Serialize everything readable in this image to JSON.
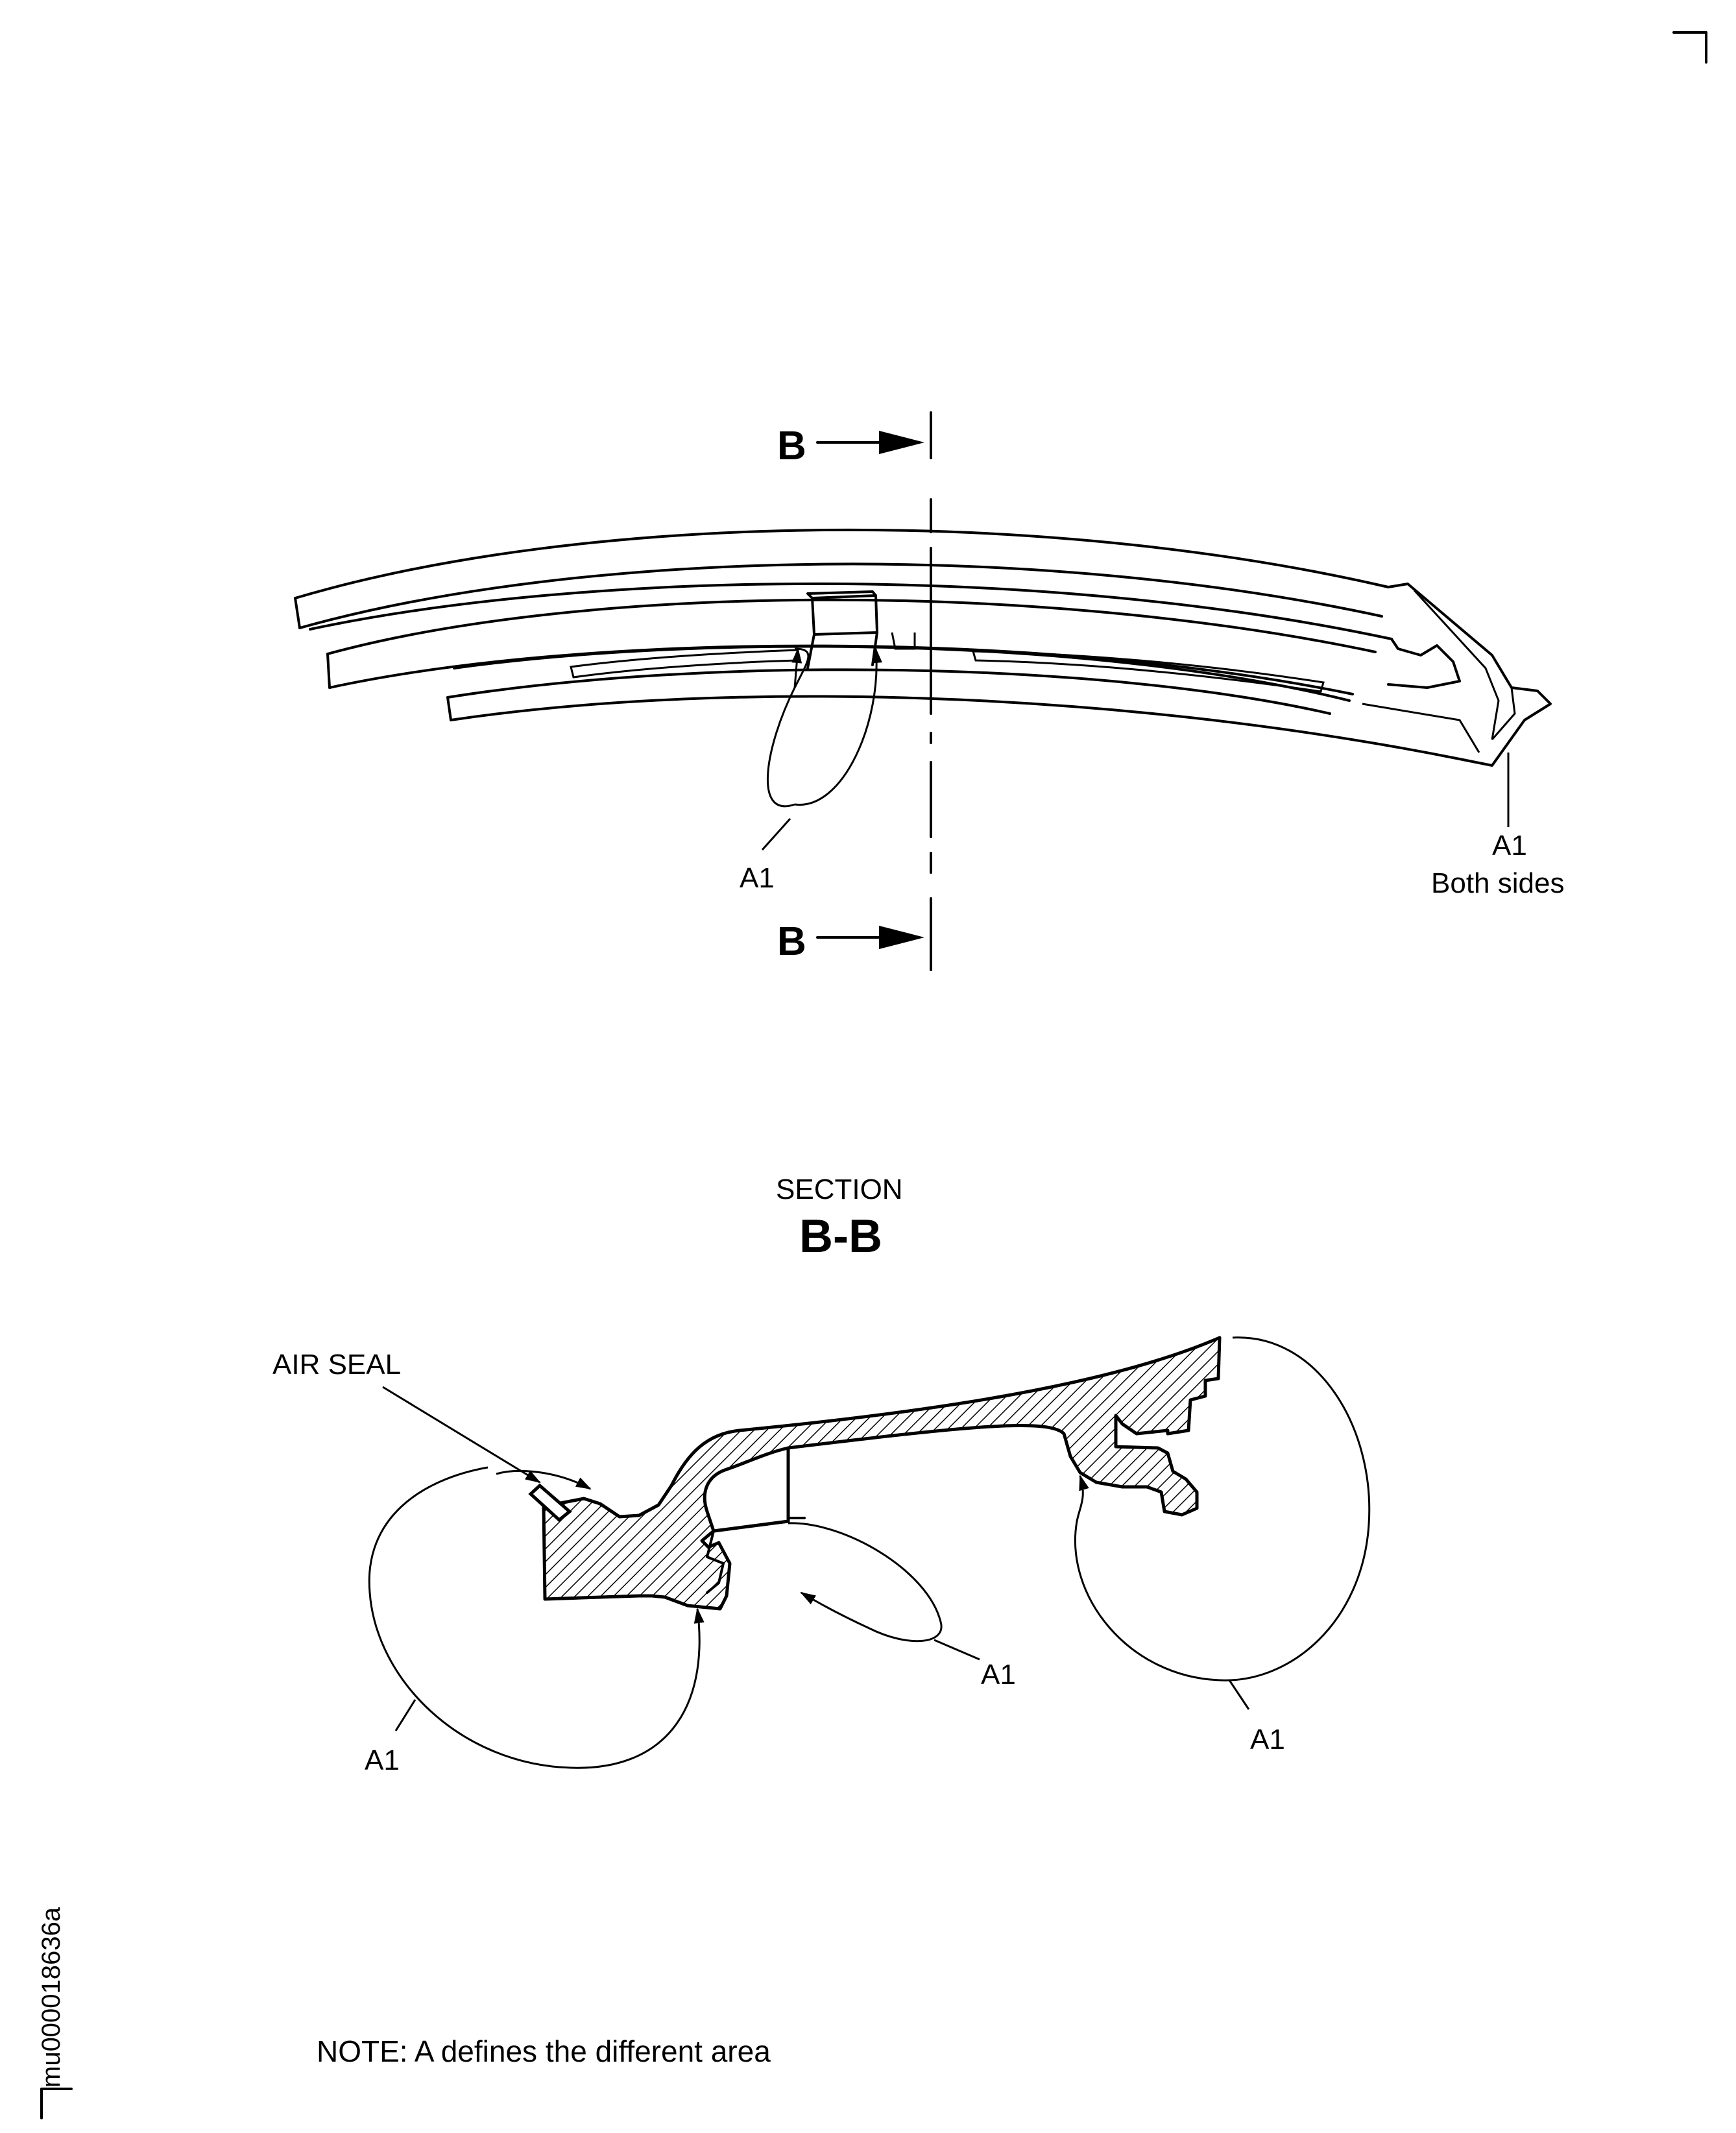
{
  "top_view": {
    "section_mark_top": "B",
    "section_mark_bottom": "B",
    "callout_left": "A1",
    "callout_right": "A1",
    "callout_right_note": "Both sides"
  },
  "section_view": {
    "heading": "SECTION",
    "heading_id": "B-B",
    "air_seal_label": "AIR SEAL",
    "callout_left": "A1",
    "callout_middle": "A1",
    "callout_right": "A1"
  },
  "note": "NOTE:  A defines the different area",
  "figure_id": "mu000018636a"
}
